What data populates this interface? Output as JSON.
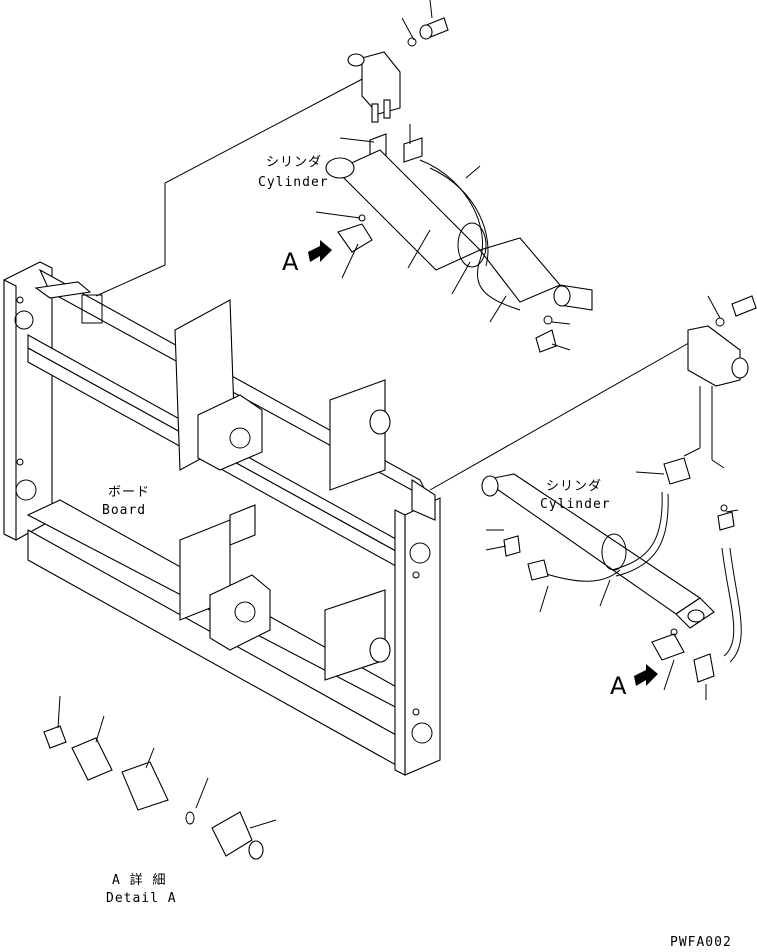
{
  "labels": {
    "cyl_top_jp": "シリンダ",
    "cyl_top_en": "Cylinder",
    "cyl_right_jp": "シリンダ",
    "cyl_right_en": "Cylinder",
    "board_jp": "ボード",
    "board_en": "Board",
    "arrow_top": "A",
    "arrow_right": "A",
    "detail_jp": "A 詳 細",
    "detail_en": "Detail A",
    "drawing_code": "PWFA002"
  },
  "colors": {
    "ink": "#000000",
    "paper": "#ffffff"
  },
  "icons": [
    "view-arrow-icon",
    "view-arrow-icon"
  ]
}
